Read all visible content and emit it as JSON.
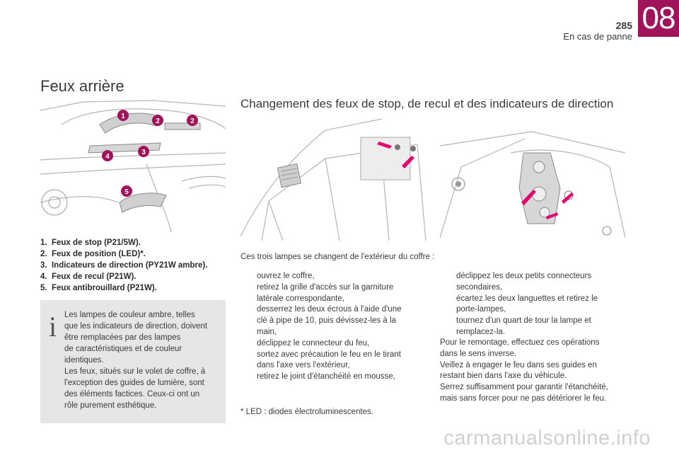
{
  "header": {
    "page_number": "285",
    "section_name": "En cas de panne",
    "chapter_number": "08"
  },
  "page_title": "Feux arrière",
  "section_title": "Changement des feux de stop, de recul et des indicateurs de direction",
  "callouts": [
    "1",
    "2",
    "2",
    "3",
    "4",
    "5"
  ],
  "bulb_list": [
    "1.  Feux de stop (P21/5W).",
    "2.  Feux de position (LED)*.",
    "3.  Indicateurs de direction (PY21W ambre).",
    "4.  Feux de recul (P21W).",
    "5.  Feux antibrouillard (P21W)."
  ],
  "info_box": {
    "icon": "info-icon",
    "lines": [
      "Les lampes de couleur ambre, telles",
      "que les indicateurs de direction, doivent",
      "être remplacées par des lampes",
      "de caractéristiques et de couleur",
      "identiques.",
      "Les feux, situés sur le volet de coffre, à",
      "l'exception des guides de lumière, sont",
      "des éléments factices. Ceux-ci ont un",
      "rôle purement esthétique."
    ]
  },
  "intro": "Ces trois lampes se changent de l'extérieur du coffre :",
  "step_marker": "",
  "steps_left": [
    [
      "ouvrez le coffre,"
    ],
    [
      "retirez la grille d'accès sur la garniture",
      "latérale correspondante,"
    ],
    [
      "desserrez les deux écrous à l'aide d'une",
      "clé à pipe de 10, puis dévissez-les à la",
      "main,"
    ],
    [
      "déclippez le connecteur du feu,"
    ],
    [
      "sortez avec précaution le feu en le tirant",
      "dans l'axe vers l'extérieur,"
    ],
    [
      "retirez le joint d'étanchéité en mousse,"
    ]
  ],
  "steps_right": [
    [
      "déclippez les deux petits connecteurs",
      "secondaires,"
    ],
    [
      "écartez les deux languettes et retirez le",
      "porte-lampes,"
    ],
    [
      "tournez d'un quart de tour la lampe et",
      "remplacez-la."
    ]
  ],
  "closing_lines": [
    "Pour le remontage, effectuez ces opérations",
    "dans le sens inverse.",
    "Veillez à engager le feu dans ses guides en",
    "restant bien dans l'axe du véhicule.",
    "Serrez suffisamment pour garantir l'étanchéité,",
    "mais sans forcer pour ne pas détériorer le feu."
  ],
  "footnote": "* LED : diodes électroluminescentes.",
  "watermark": "carmanualsonline.info",
  "colors": {
    "accent": "#a0135a",
    "arrow": "#e3006f",
    "info_box_bg": "#e6e6e6"
  }
}
